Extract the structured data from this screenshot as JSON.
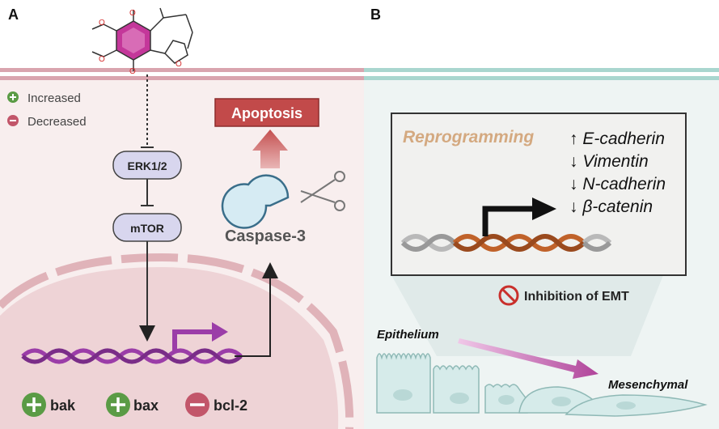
{
  "panels": {
    "a_label": "A",
    "b_label": "B"
  },
  "legend": {
    "increased": "Increased",
    "decreased": "Decreased"
  },
  "pathway": {
    "erk": "ERK1/2",
    "mtor": "mTOR",
    "caspase": "Caspase-3",
    "apoptosis": "Apoptosis"
  },
  "genes": {
    "bak": "bak",
    "bax": "bax",
    "bcl2": "bcl-2"
  },
  "panel_b": {
    "reprogramming": "Reprogramming",
    "markers": [
      "↑ E-cadherin",
      "↓ Vimentin",
      "↓ N-cadherin",
      "↓ β-catenin"
    ],
    "inhibition": "Inhibition of EMT",
    "epithelium": "Epithelium",
    "mesenchymal": "Mesenchymal"
  },
  "colors": {
    "panel_a_bg": "#f8eeee",
    "panel_b_bg": "#eef4f3",
    "increase": "#5a9b45",
    "decrease": "#c2566a",
    "apoptosis": "#b84040",
    "pathway_node": "#d8d6ee",
    "dna_purple": "#9b3da8",
    "dna_orange": "#c0622a",
    "emt_arrow": "#b0449a",
    "cells": "#d6ebea"
  }
}
